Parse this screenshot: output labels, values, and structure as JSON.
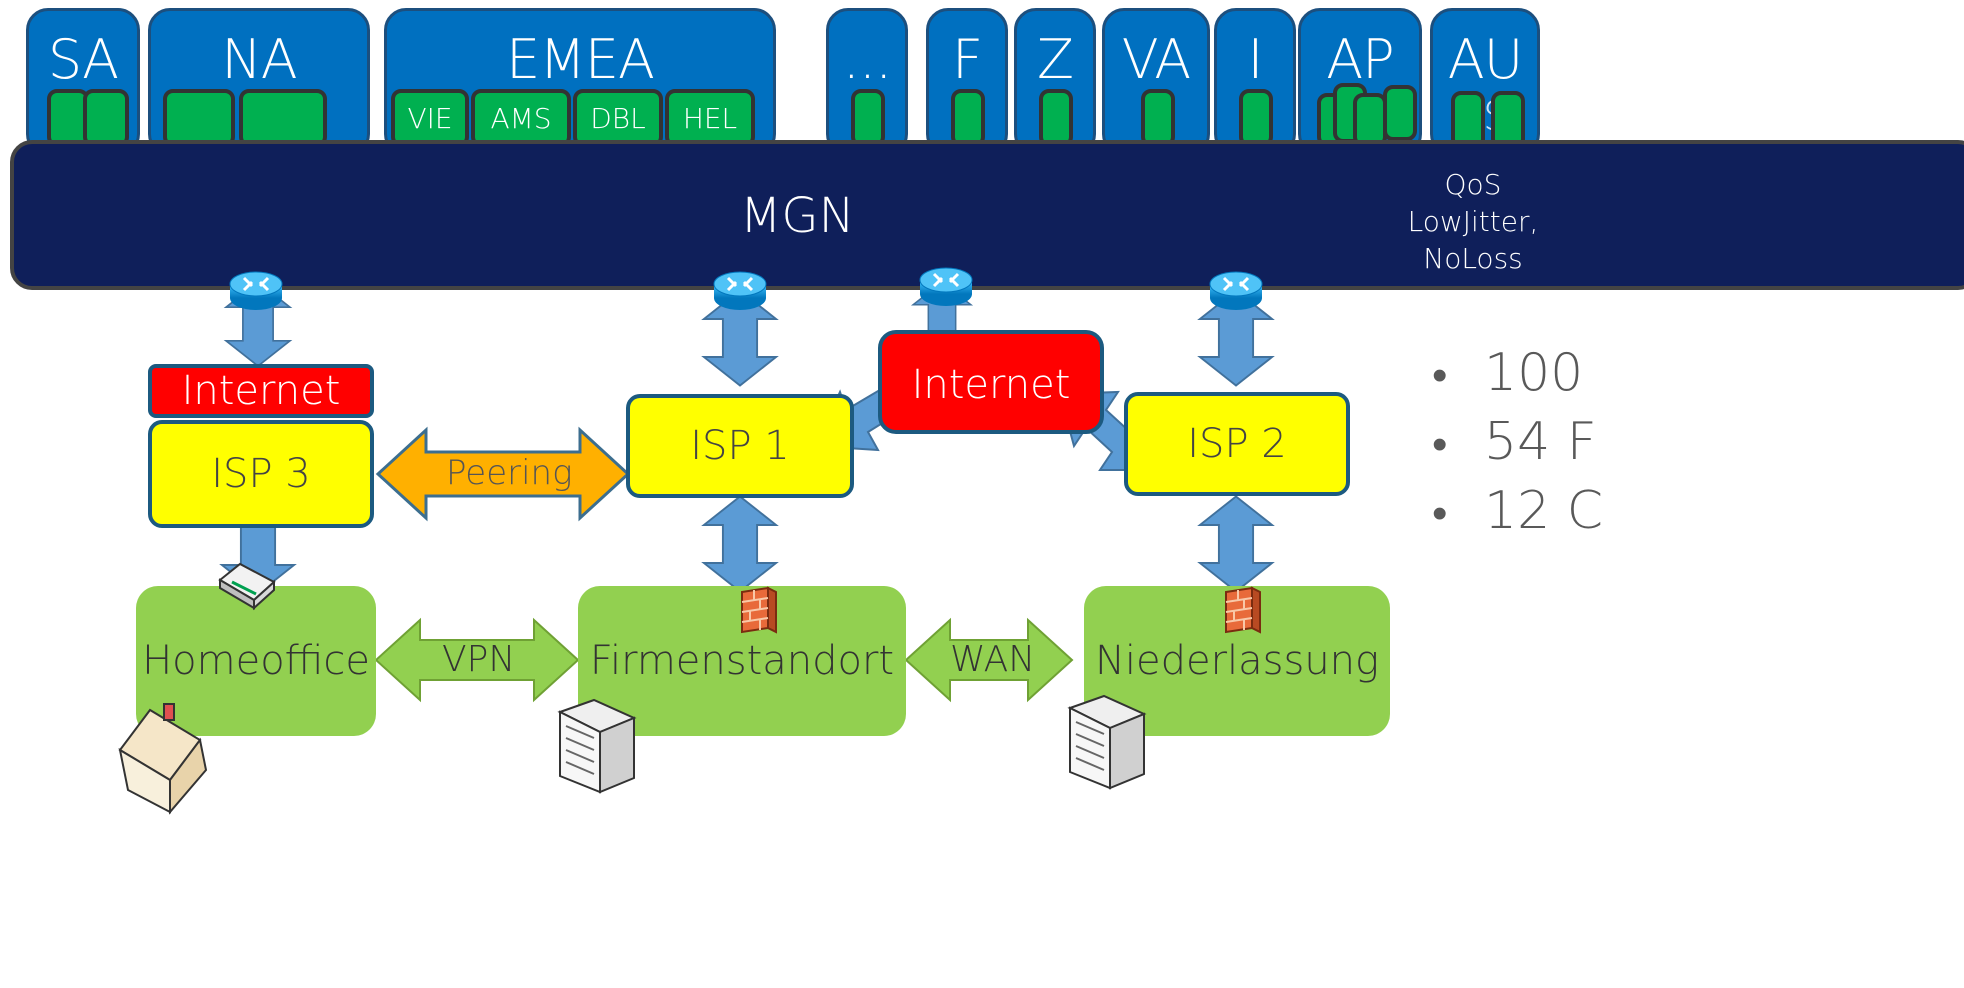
{
  "regions": {
    "sa": "SA",
    "na": "NA",
    "emea": "EMEA",
    "more": "...",
    "f": "F",
    "z": "Z",
    "va": "VA",
    "i": "I",
    "ap": "AP",
    "au": "AU"
  },
  "emea_sites": [
    "VIE",
    "AMS",
    "DBL",
    "HEL"
  ],
  "au_fragment": "S",
  "backbone": {
    "label": "MGN",
    "qos": [
      "QoS",
      "LowJitter,",
      "NoLoss"
    ]
  },
  "internet_left": "Internet",
  "internet_center": "Internet",
  "isps": {
    "isp3": "ISP 3",
    "isp1": "ISP 1",
    "isp2": "ISP 2"
  },
  "links": {
    "peering": "Peering",
    "vpn": "VPN",
    "wan": "WAN"
  },
  "locations": {
    "homeoffice": "Homeoffice",
    "firmenstandort": "Firmenstandort",
    "niederlassung": "Niederlassung"
  },
  "bullets": [
    "100",
    "54 F",
    "12 C"
  ],
  "colors": {
    "region_blue": "#0070c0",
    "site_green": "#00b050",
    "backbone_navy": "#0f1f5a",
    "isp_yellow": "#ffff00",
    "internet_red": "#ff0000",
    "location_green": "#92d050",
    "link_blue": "#5b9bd5",
    "peering_orange": "#ffb000"
  },
  "icons": [
    "router-icon",
    "modem-icon",
    "firewall-icon",
    "house-icon",
    "office-building-icon"
  ]
}
